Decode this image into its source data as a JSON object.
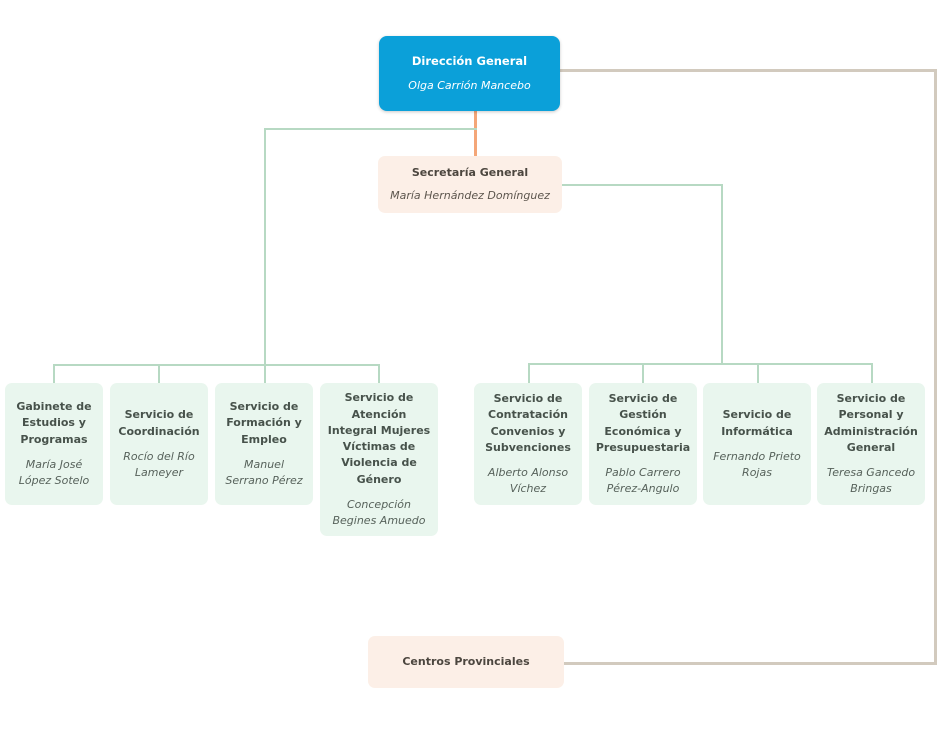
{
  "org": {
    "root": {
      "title": "Dirección General",
      "person": "Olga Carrión Mancebo"
    },
    "secretariat": {
      "title": "Secretaría General",
      "person": "María Hernández Domínguez"
    },
    "left_branch": [
      {
        "title": "Gabinete de Estudios y Programas",
        "person": "María José López Sotelo"
      },
      {
        "title": "Servicio de Coordinación",
        "person": "Rocío del Río Lameyer"
      },
      {
        "title": "Servicio de Formación y Empleo",
        "person": "Manuel Serrano Pérez"
      },
      {
        "title": "Servicio de Atención Integral Mujeres Víctimas de Violencia de Género",
        "person": "Concepción Begines Amuedo"
      }
    ],
    "right_branch": [
      {
        "title": "Servicio de Contratación Convenios y Subvenciones",
        "person": "Alberto Alonso Víchez"
      },
      {
        "title": "Servicio de Gestión Económica y Presupuestaria",
        "person": "Pablo Carrero Pérez-Angulo"
      },
      {
        "title": "Servicio de Informática",
        "person": "Fernando Prieto Rojas"
      },
      {
        "title": "Servicio de Personal y Administración General",
        "person": "Teresa Gancedo Bringas"
      }
    ],
    "provincial_centers": {
      "title": "Centros Provinciales"
    }
  },
  "colors": {
    "root_box": "#0ba0d9",
    "root_text": "#ffffff",
    "secondary_box": "#fcefe7",
    "service_box": "#e9f6ee",
    "title_text": "#47524b",
    "person_text": "#57625b",
    "connector_green": "#b7d9c3",
    "connector_orange": "#f4a678",
    "connector_tan": "#d2cabe"
  }
}
